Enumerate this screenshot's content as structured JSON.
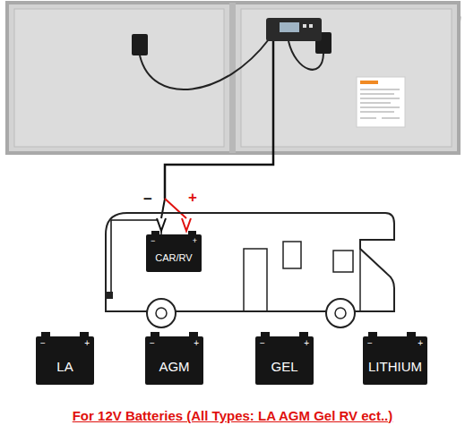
{
  "diagram": {
    "caption": "For 12V Batteries (All Types: LA AGM Gel RV ect..)",
    "nodes": [
      {
        "text": [
          "−",
          "+",
          "CAR/RV"
        ]
      },
      {
        "text": [
          "−",
          "+",
          "LA"
        ]
      },
      {
        "text": [
          "−",
          "+",
          "AGM"
        ]
      },
      {
        "text": [
          "−",
          "+",
          "GEL"
        ]
      },
      {
        "text": [
          "−",
          "+",
          "LITHIUM"
        ]
      }
    ],
    "labels": [
      "−",
      "+"
    ]
  }
}
